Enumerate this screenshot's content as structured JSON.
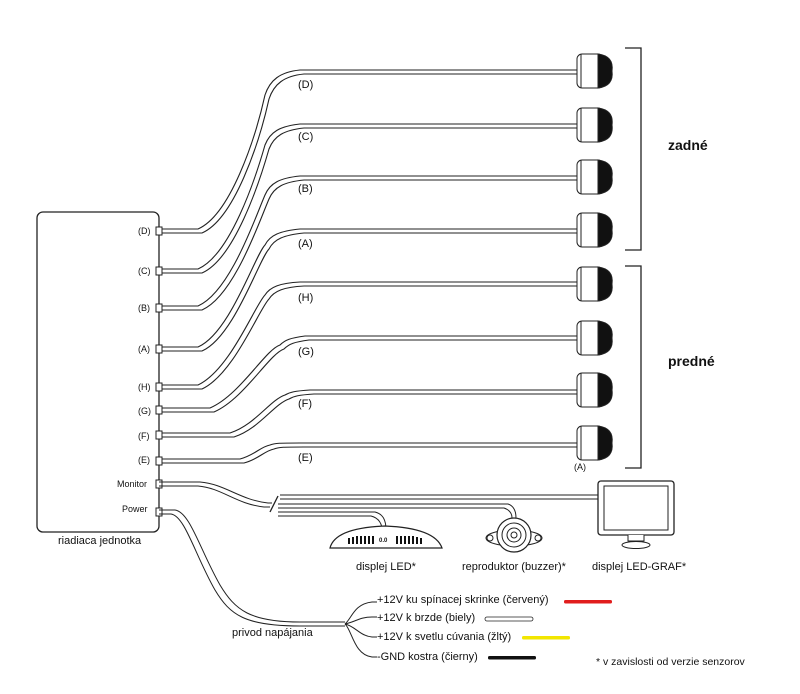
{
  "control_unit": {
    "label": "riadiaca jednotka",
    "ports": [
      "(D)",
      "(C)",
      "(B)",
      "(A)",
      "(H)",
      "(G)",
      "(F)",
      "(E)",
      "Monitor",
      "Power"
    ]
  },
  "sensors": {
    "wire_labels": [
      "(D)",
      "(C)",
      "(B)",
      "(A)",
      "(H)",
      "(G)",
      "(F)",
      "(E)"
    ],
    "extra_label": "(A)"
  },
  "groups": {
    "rear": "zadné",
    "front": "predné"
  },
  "devices": {
    "led_display": "displej LED*",
    "buzzer": "reproduktor (buzzer)*",
    "ledgraf_display": "displej LED-GRAF*",
    "led_readout": "0.0"
  },
  "power": {
    "label": "privod napájania",
    "wires": [
      {
        "text": "+12V ku spínacej skrinke (červený)",
        "color": "#e11d1d"
      },
      {
        "text": "+12V k brzde (biely)",
        "color": "#ffffff"
      },
      {
        "text": "+12V k svetlu cúvania (žltý)",
        "color": "#f2e600"
      },
      {
        "text": "-GND kostra (čierny)",
        "color": "#111111"
      }
    ]
  },
  "footnote": "* v zavislosti od verzie senzorov"
}
